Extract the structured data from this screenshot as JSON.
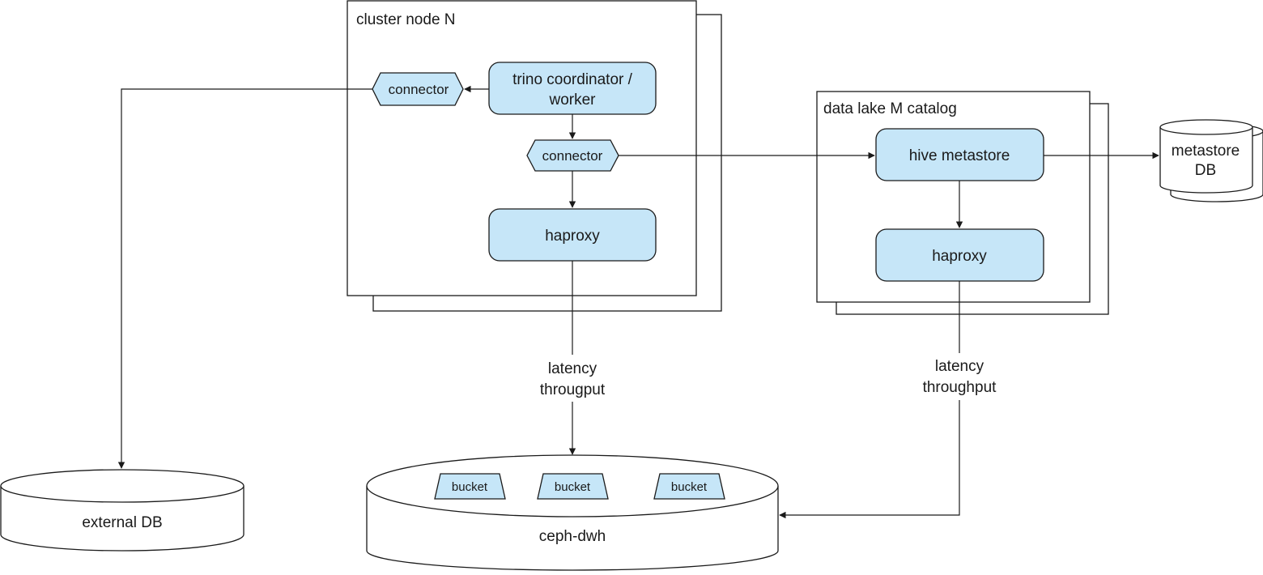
{
  "colors": {
    "component_fill": "#c6e6f8",
    "stroke": "#1a1a1a",
    "background": "#ffffff"
  },
  "cluster": {
    "title": "cluster node N",
    "trino": {
      "line1": "trino coordinator /",
      "line2": "worker"
    },
    "connector_external": "connector",
    "connector_metastore": "connector",
    "haproxy": "haproxy",
    "link_label": {
      "line1": "latency",
      "line2": "througput"
    }
  },
  "datalake": {
    "title": "data lake M catalog",
    "hive_metastore": "hive metastore",
    "haproxy": "haproxy",
    "link_label": {
      "line1": "latency",
      "line2": "throughput"
    }
  },
  "metastore_db": {
    "line1": "metastore",
    "line2": "DB"
  },
  "external_db": {
    "label": "external DB"
  },
  "ceph": {
    "label": "ceph-dwh",
    "buckets": [
      "bucket",
      "bucket",
      "bucket"
    ]
  }
}
